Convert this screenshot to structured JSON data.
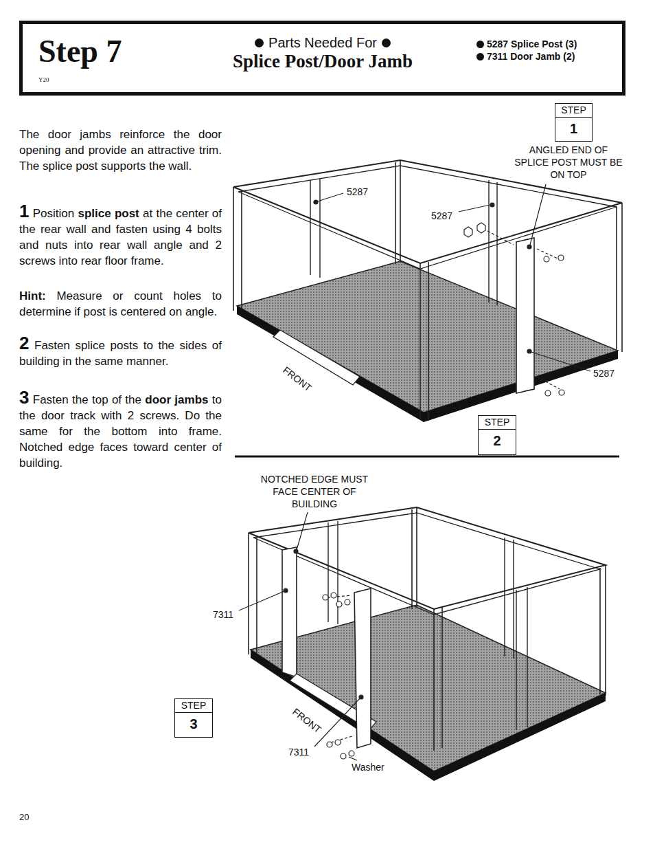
{
  "diagram": {
    "nodes": [
      {
        "text": [
          "Step 7",
          "Y20",
          "Parts Needed For",
          "Splice Post/Door Jamb",
          "5287 Splice Post (3)",
          "7311 Door Jamb (2)"
        ]
      },
      {
        "text": [
          "STEP",
          "1"
        ]
      },
      {
        "text": [
          "STEP",
          "2"
        ]
      },
      {
        "text": [
          "STEP",
          "3"
        ]
      }
    ],
    "labels": [
      "The door jambs reinforce the door opening and provide an attractive trim. The splice post supports the wall.",
      "1",
      "Position",
      "splice post",
      "at the center of the rear wall and fasten using 4 bolts and nuts into rear wall angle and 2 screws into rear floor frame.",
      "Hint:",
      "Measure or count holes to determine if post is centered on angle.",
      "2",
      "Fasten splice posts to the sides of building in the same manner.",
      "3",
      "Fasten the top of the",
      "door jambs",
      "to the door track with 2 screws. Do the same for the bottom into frame. Notched edge faces toward center of building.",
      "ANGLED END OF SPLICE POST MUST BE ON TOP",
      "5287",
      "5287",
      "5287",
      "FRONT",
      "NOTCHED EDGE MUST FACE CENTER OF BUILDING",
      "7311",
      "FRONT",
      "7311",
      "Washer",
      "20"
    ]
  }
}
